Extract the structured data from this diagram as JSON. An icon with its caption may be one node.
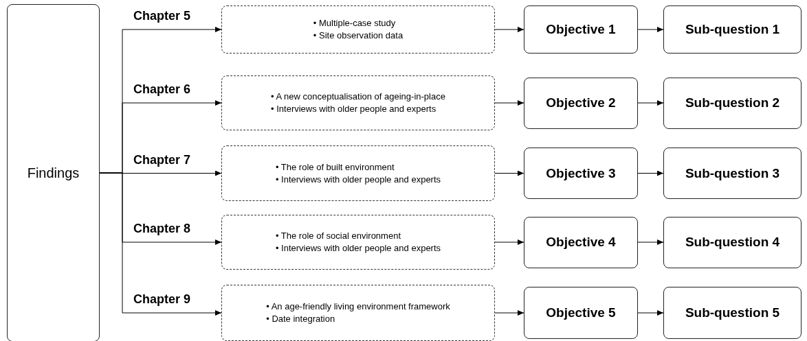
{
  "diagram": {
    "nodes": [
      {
        "text": [
          "Findings"
        ]
      },
      {
        "text": [
          "• Multiple-case study",
          "• Site observation data"
        ]
      },
      {
        "text": [
          "Objective 1"
        ]
      },
      {
        "text": [
          "Sub-question 1"
        ]
      },
      {
        "text": [
          "• A new conceptualisation of ageing-in-place",
          "• Interviews with older people and experts"
        ]
      },
      {
        "text": [
          "Objective 2"
        ]
      },
      {
        "text": [
          "Sub-question 2"
        ]
      },
      {
        "text": [
          "• The role of built environment",
          "• Interviews with older people and experts"
        ]
      },
      {
        "text": [
          "Objective 3"
        ]
      },
      {
        "text": [
          "Sub-question 3"
        ]
      },
      {
        "text": [
          "• The role of social environment",
          "• Interviews with older people and experts"
        ]
      },
      {
        "text": [
          "Objective 4"
        ]
      },
      {
        "text": [
          "Sub-question 4"
        ]
      },
      {
        "text": [
          "• An age-friendly living environment framework",
          "• Date integration"
        ]
      },
      {
        "text": [
          "Objective 5"
        ]
      },
      {
        "text": [
          "Sub-question 5"
        ]
      }
    ],
    "edges": [
      {
        "from": 0,
        "to": 1,
        "arrow": "to",
        "label": "Chapter 5"
      },
      {
        "from": 0,
        "to": 4,
        "arrow": "to",
        "label": "Chapter 6"
      },
      {
        "from": 0,
        "to": 7,
        "arrow": "to",
        "label": "Chapter 7"
      },
      {
        "from": 0,
        "to": 10,
        "arrow": "to",
        "label": "Chapter 8"
      },
      {
        "from": 0,
        "to": 13,
        "arrow": "to",
        "label": "Chapter 9"
      },
      {
        "from": 1,
        "to": 2,
        "arrow": "to"
      },
      {
        "from": 2,
        "to": 3,
        "arrow": "to"
      },
      {
        "from": 4,
        "to": 5,
        "arrow": "to"
      },
      {
        "from": 5,
        "to": 6,
        "arrow": "to"
      },
      {
        "from": 7,
        "to": 8,
        "arrow": "to"
      },
      {
        "from": 8,
        "to": 9,
        "arrow": "to"
      },
      {
        "from": 10,
        "to": 11,
        "arrow": "to"
      },
      {
        "from": 11,
        "to": 12,
        "arrow": "to"
      },
      {
        "from": 13,
        "to": 14,
        "arrow": "to"
      },
      {
        "from": 14,
        "to": 15,
        "arrow": "to"
      }
    ]
  }
}
